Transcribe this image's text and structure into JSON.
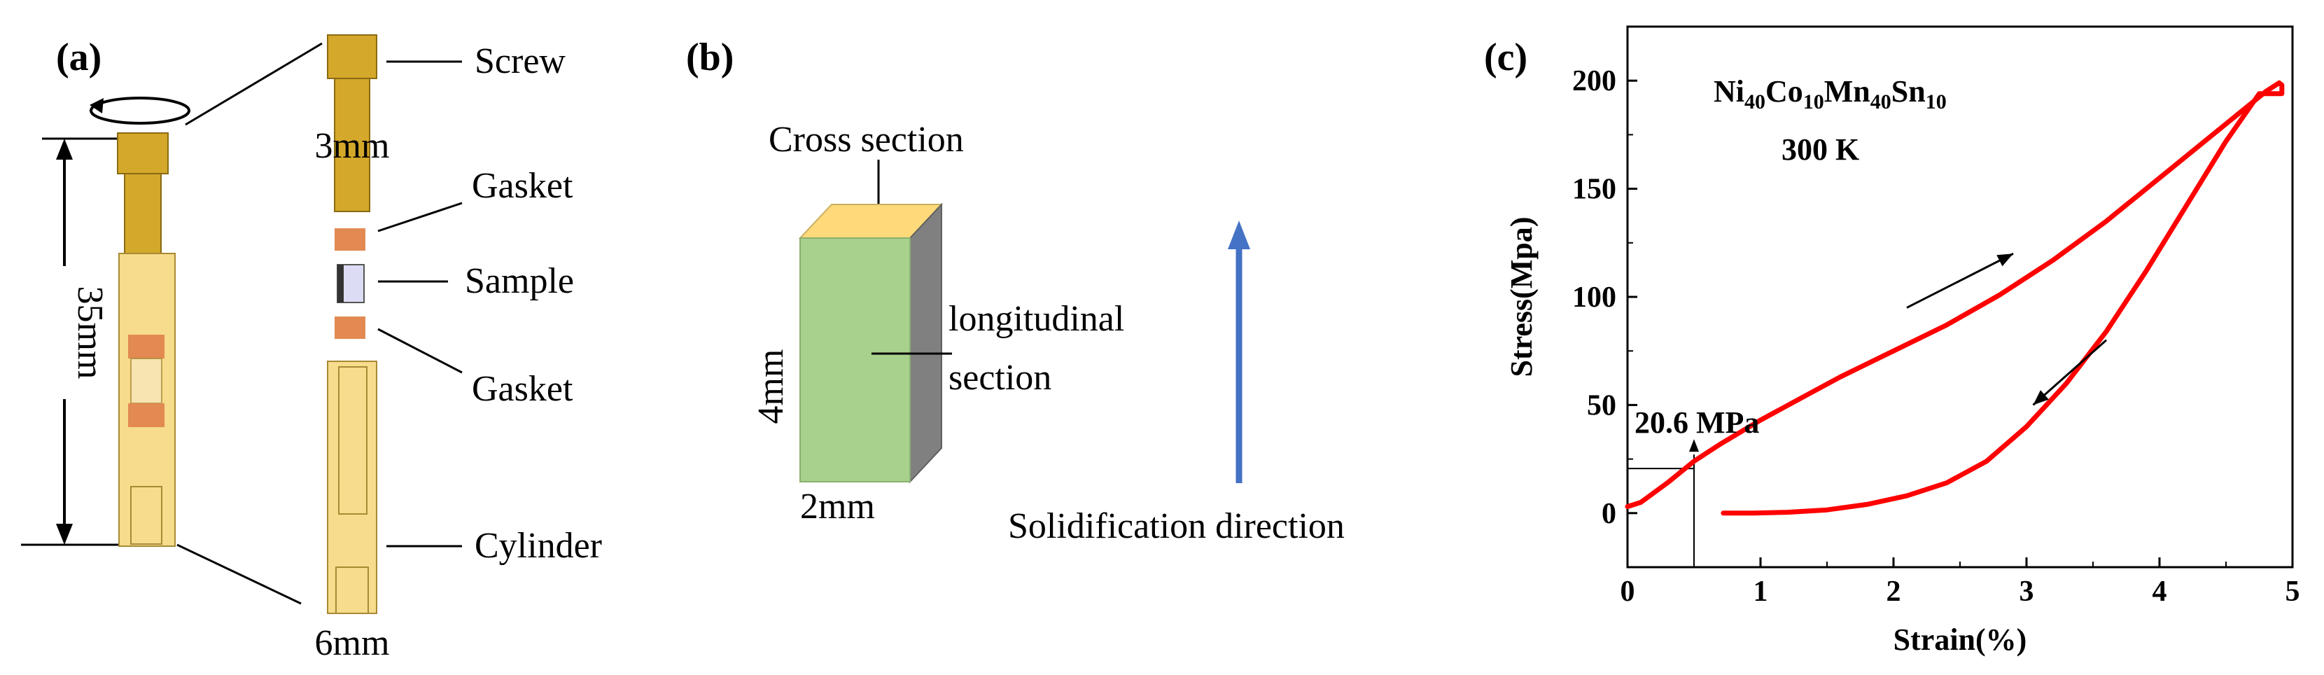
{
  "panel_a": {
    "label": "(a)",
    "dim_length": "35mm",
    "screw_diameter": "3mm",
    "cylinder_diameter": "6mm",
    "parts": [
      "Screw",
      "Gasket",
      "Sample",
      "Gasket",
      "Cylinder"
    ]
  },
  "panel_b": {
    "label": "(b)",
    "cross_section": "Cross section",
    "longitudinal_1": "longitudinal",
    "longitudinal_2": "section",
    "height": "4mm",
    "width": "2mm",
    "direction": "Solidification direction",
    "colors": {
      "front": "#a9d18e",
      "top": "#ffd97a",
      "side": "#808080",
      "arrow": "#4472c4"
    }
  },
  "panel_c": {
    "label": "(c)",
    "composition": {
      "ni": "Ni",
      "ni_sub": "40",
      "co": "Co",
      "co_sub": "10",
      "mn": "Mn",
      "mn_sub": "40",
      "sn": "Sn",
      "sn_sub": "10"
    },
    "temperature": "300 K",
    "annotation": "20.6 MPa"
  },
  "chart_data": {
    "type": "line",
    "xlabel": "Strain(%)",
    "ylabel": "Stress(Mpa)",
    "xlim": [
      0,
      5
    ],
    "ylim": [
      -25,
      225
    ],
    "xticks": [
      "0",
      "1",
      "2",
      "3",
      "4",
      "5"
    ],
    "yticks": [
      "0",
      "50",
      "100",
      "150",
      "200"
    ],
    "series": [
      {
        "color": "#ff0000",
        "x": [
          0.0,
          0.1,
          0.3,
          0.5,
          0.7,
          1.0,
          1.3,
          1.6,
          2.0,
          2.4,
          2.8,
          3.2,
          3.6,
          4.0,
          4.4,
          4.8,
          4.9,
          4.92,
          4.92,
          4.75,
          4.5,
          4.2,
          3.9,
          3.6,
          3.3,
          3.0,
          2.7,
          2.4,
          2.1,
          1.8,
          1.5,
          1.2,
          0.95,
          0.72
        ],
        "y": [
          3,
          5,
          14,
          24,
          32,
          43,
          53,
          63,
          75,
          87,
          101,
          117,
          135,
          155,
          175,
          195,
          199,
          198,
          194,
          194,
          172,
          142,
          112,
          84,
          60,
          40,
          24,
          14,
          8,
          4,
          1.5,
          0.4,
          0,
          0
        ]
      }
    ],
    "guide_strain": 0.5,
    "guide_stress": 20.6,
    "arrows": [
      {
        "from": [
          2.1,
          95
        ],
        "to": [
          2.9,
          120
        ]
      },
      {
        "from": [
          3.6,
          80
        ],
        "to": [
          3.05,
          50
        ]
      }
    ]
  }
}
